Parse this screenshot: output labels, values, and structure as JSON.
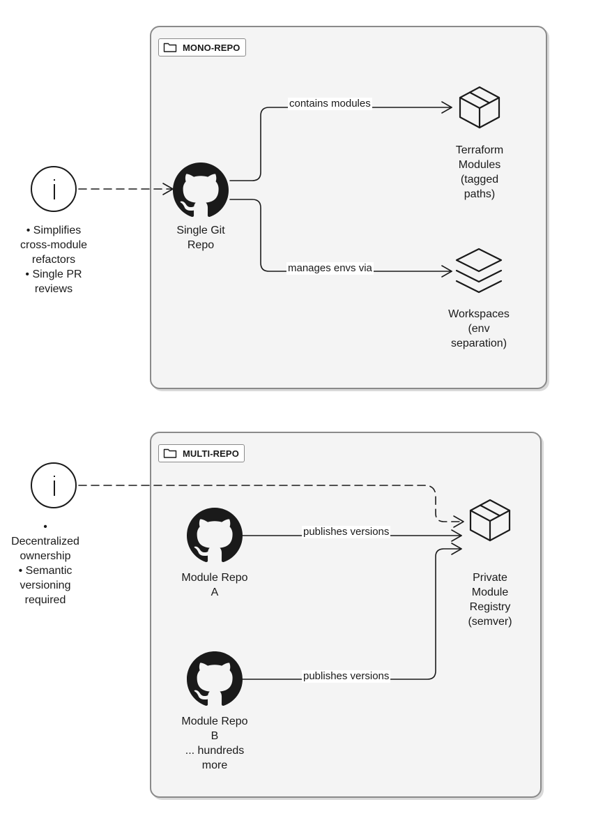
{
  "groups": {
    "mono": {
      "title": "MONO-REPO"
    },
    "multi": {
      "title": "MULTI-REPO"
    }
  },
  "nodes": {
    "single_git_repo": {
      "label": "Single Git\nRepo",
      "icon": "github-icon"
    },
    "terraform_modules": {
      "label": "Terraform\nModules\n(tagged\npaths)",
      "icon": "package-box-icon"
    },
    "workspaces": {
      "label": "Workspaces\n(env\nseparation)",
      "icon": "layers-icon"
    },
    "module_repo_a": {
      "label": "Module Repo\nA",
      "icon": "github-icon"
    },
    "module_repo_b": {
      "label": "Module Repo\nB\n... hundreds\nmore",
      "icon": "github-icon"
    },
    "private_registry": {
      "label": "Private\nModule\nRegistry\n(semver)",
      "icon": "package-box-icon"
    }
  },
  "edges": {
    "contains_modules": "contains modules",
    "manages_envs": "manages envs via",
    "publishes_a": "publishes versions",
    "publishes_b": "publishes versions"
  },
  "notes": {
    "mono": {
      "lines": [
        "• Simplifies",
        "cross-module",
        "refactors",
        "• Single PR",
        "reviews"
      ],
      "icon": "info-icon"
    },
    "multi": {
      "lines": [
        "•",
        "Decentralized",
        "ownership",
        "• Semantic",
        "versioning",
        "required"
      ],
      "icon": "info-icon"
    }
  },
  "colors": {
    "stroke": "#1a1a1a",
    "box_fill": "#f4f4f4",
    "box_border": "#8a8a8a"
  }
}
